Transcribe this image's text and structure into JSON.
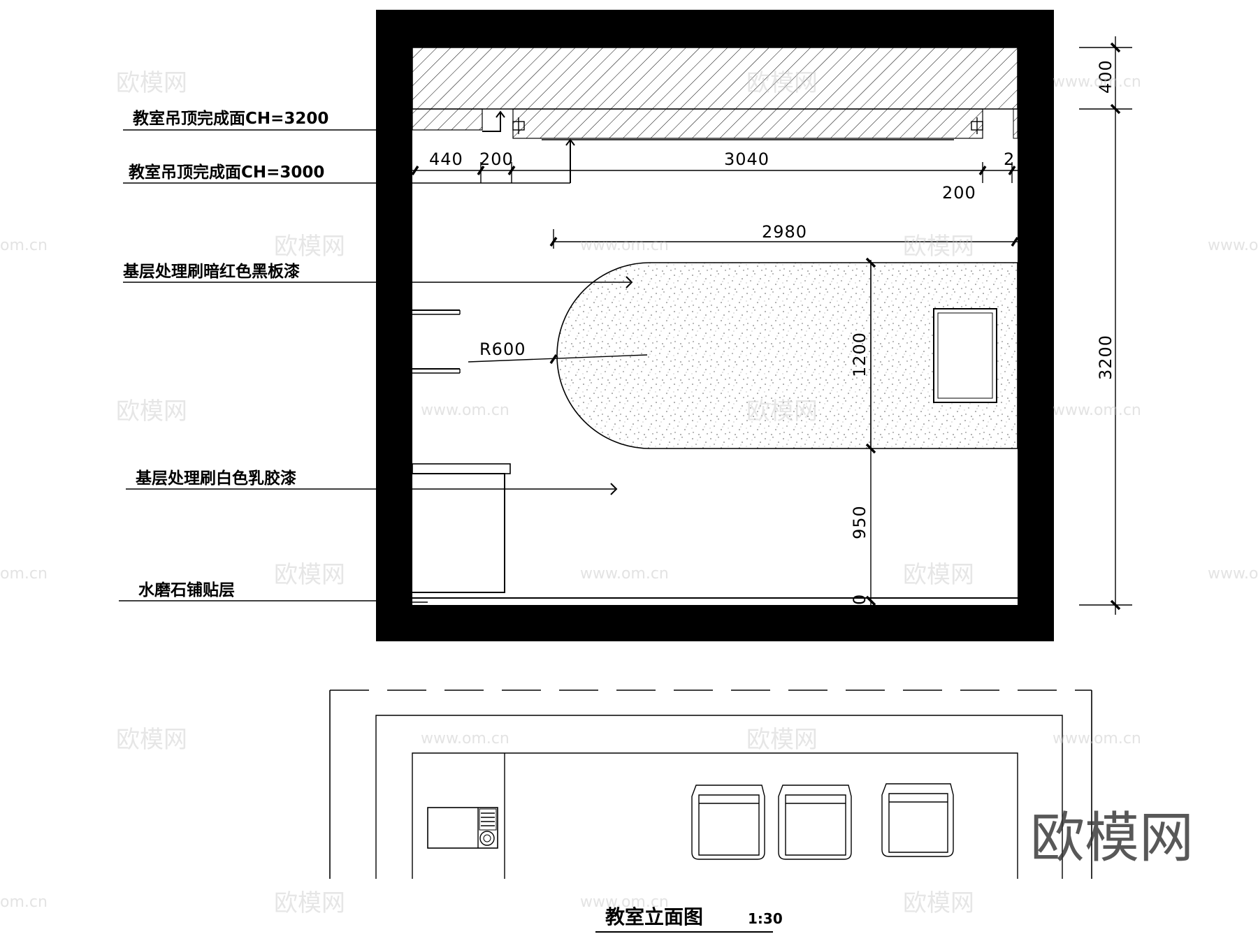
{
  "labels": {
    "ceiling_3200": "教室吊顶完成面CH=3200",
    "ceiling_3000": "教室吊顶完成面CH=3000",
    "red_blackboard": "基层处理刷暗红色黑板漆",
    "white_latex": "基层处理刷白色乳胶漆",
    "terrazzo": "水磨石铺贴层"
  },
  "dimensions": {
    "d440": "440",
    "d200a": "200",
    "d3040": "3040",
    "d2": "2",
    "d200b": "200",
    "d2980": "2980",
    "r600": "R600",
    "d1200": "1200",
    "d950": "950",
    "d0": "0",
    "d400": "400",
    "d3200": "3200"
  },
  "footer": {
    "title": "教室立面图",
    "scale": "1:30"
  },
  "watermarks": {
    "brand_cn": "欧模网",
    "site": "www.om.cn",
    "site_short": "om.cn",
    "logo": "欧模网"
  },
  "colors": {
    "wall": "#000000",
    "ink": "#000000",
    "watermark": "#c8c8c8"
  }
}
